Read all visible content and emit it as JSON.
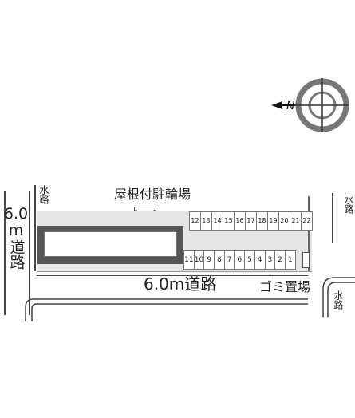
{
  "map": {
    "compass_label": "N",
    "road_left": {
      "width": "6.0",
      "unit": "m",
      "road": "道路"
    },
    "road_bottom": "6.0m道路",
    "waterway": "水路",
    "bike_parking": "屋根付駐輪場",
    "garbage": "ゴミ置場",
    "spaces_top": [
      "12",
      "13",
      "14",
      "15",
      "16",
      "17",
      "18",
      "19",
      "20",
      "21",
      "22"
    ],
    "spaces_bottom": [
      "11",
      "10",
      "9",
      "8",
      "7",
      "6",
      "5",
      "4",
      "3",
      "2",
      "1"
    ]
  }
}
